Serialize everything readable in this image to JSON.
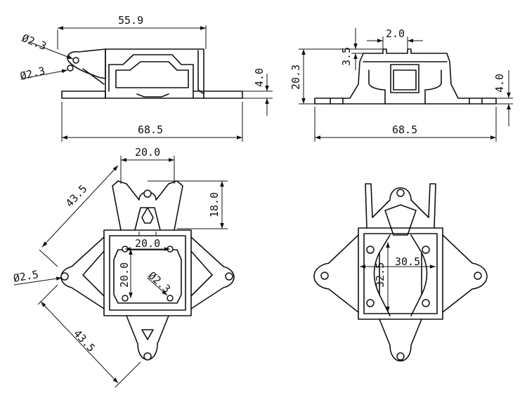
{
  "views": {
    "side": {
      "width_top": "55.9",
      "hole_a": "Ø2.3",
      "hole_b": "Ø2.3",
      "foot_height": "4.0",
      "width_total": "68.5"
    },
    "front": {
      "slot_width": "2.0",
      "lip_height": "3.5",
      "height": "20.3",
      "foot_height": "4.0",
      "width_total": "68.5"
    },
    "top": {
      "arm_span": "20.0",
      "arm_length_upper": "43.5",
      "arm_length_lower": "43.5",
      "head_height": "18.0",
      "mount_x": "20.0",
      "mount_y": "20.0",
      "mount_hole": "Ø2.3",
      "side_hole": "Ø2.5"
    },
    "bottom": {
      "mount_x": "30.5",
      "mount_y": "32.5"
    }
  }
}
